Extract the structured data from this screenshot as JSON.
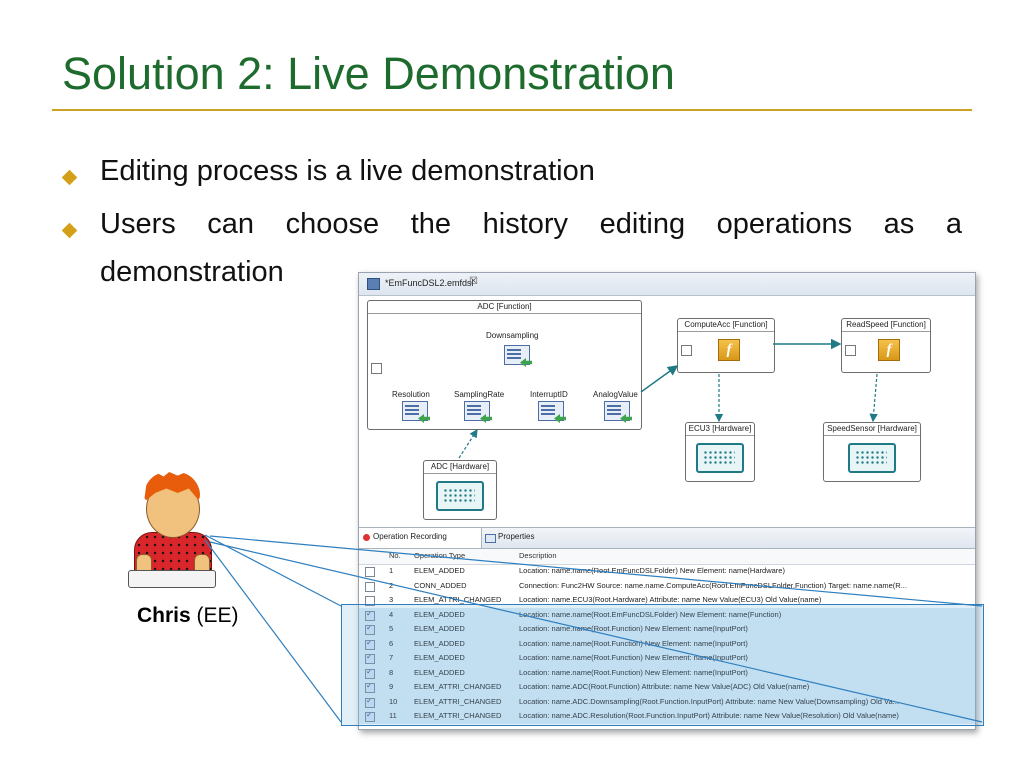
{
  "slide": {
    "title": "Solution 2: Live Demonstration",
    "bullets": [
      "Editing process is a live demonstration",
      "Users can choose the history editing operations as a",
      "demonstration"
    ]
  },
  "user": {
    "name": "Chris",
    "role": "(EE)"
  },
  "editor": {
    "tab_title": "*EmFuncDSL2.emfdsl",
    "close_glyph": "☒",
    "adc_function": {
      "title": "ADC [Function]",
      "ports": [
        "Downsampling",
        "Resolution",
        "SamplingRate",
        "InterruptID",
        "AnalogValue"
      ]
    },
    "compute_acc": "ComputeAcc [Function]",
    "read_speed": "ReadSpeed [Function]",
    "ecu3": "ECU3 [Hardware]",
    "speed_sensor": "SpeedSensor [Hardware]",
    "adc_hardware": "ADC [Hardware]",
    "function_glyph": "f"
  },
  "panel": {
    "tabs": [
      "Operation Recording",
      "Properties"
    ],
    "columns": [
      "No.",
      "Operation Type",
      "Description"
    ],
    "rows": [
      {
        "no": "1",
        "op": "ELEM_ADDED",
        "desc": "Location: name.name(Root.EmFuncDSLFolder)    New Element: name(Hardware)",
        "checked": false
      },
      {
        "no": "2",
        "op": "CONN_ADDED",
        "desc": "Connection: Func2HW  Source: name.name.ComputeAcc(Root.EmFuncDSLFolder.Function)  Target: name.name(R...",
        "checked": false
      },
      {
        "no": "3",
        "op": "ELEM_ATTRI_CHANGED",
        "desc": "Location: name.ECU3(Root.Hardware)  Attribute: name  New Value(ECU3)  Old Value(name)",
        "checked": false
      },
      {
        "no": "4",
        "op": "ELEM_ADDED",
        "desc": "Location: name.name(Root.EmFuncDSLFolder)    New Element: name(Function)",
        "checked": true
      },
      {
        "no": "5",
        "op": "ELEM_ADDED",
        "desc": "Location: name.name(Root.Function)    New Element: name(InputPort)",
        "checked": true
      },
      {
        "no": "6",
        "op": "ELEM_ADDED",
        "desc": "Location: name.name(Root.Function)    New Element: name(InputPort)",
        "checked": true
      },
      {
        "no": "7",
        "op": "ELEM_ADDED",
        "desc": "Location: name.name(Root.Function)    New Element: name(InputPort)",
        "checked": true
      },
      {
        "no": "8",
        "op": "ELEM_ADDED",
        "desc": "Location: name.name(Root.Function)    New Element: name(InputPort)",
        "checked": true
      },
      {
        "no": "9",
        "op": "ELEM_ATTRI_CHANGED",
        "desc": "Location: name.ADC(Root.Function)  Attribute: name  New Value(ADC)  Old Value(name)",
        "checked": true
      },
      {
        "no": "10",
        "op": "ELEM_ATTRI_CHANGED",
        "desc": "Location: name.ADC.Downsampling(Root.Function.InputPort)  Attribute: name  New Value(Downsampling)  Old Va...",
        "checked": true
      },
      {
        "no": "11",
        "op": "ELEM_ATTRI_CHANGED",
        "desc": "Location: name.ADC.Resolution(Root.Function.InputPort)  Attribute: name  New Value(Resolution)  Old Value(name)",
        "checked": true
      }
    ]
  },
  "colors": {
    "title": "#1e6b2e",
    "accent_rule": "#c9a227",
    "selection": "#2f7fbf",
    "connector": "#1f7a86"
  }
}
